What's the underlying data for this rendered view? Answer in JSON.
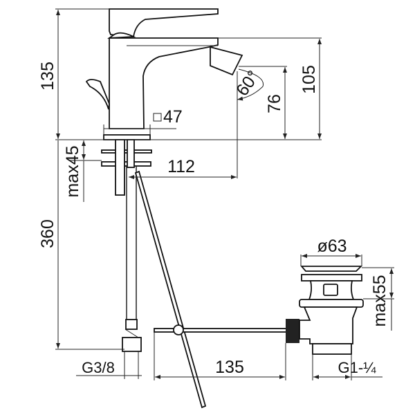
{
  "dimensions": {
    "total_height": "135",
    "spout_height": "105",
    "nozzle_height": "76",
    "nozzle_angle": "60°",
    "base_square": "47",
    "spout_reach": "112",
    "max_deck_thickness": "max45",
    "hose_length": "360",
    "hose_connection": "G3/8",
    "popup_rod_length": "135",
    "drain_diameter": "ø63",
    "drain_max_thickness": "max55",
    "drain_thread": "G1-¼"
  }
}
